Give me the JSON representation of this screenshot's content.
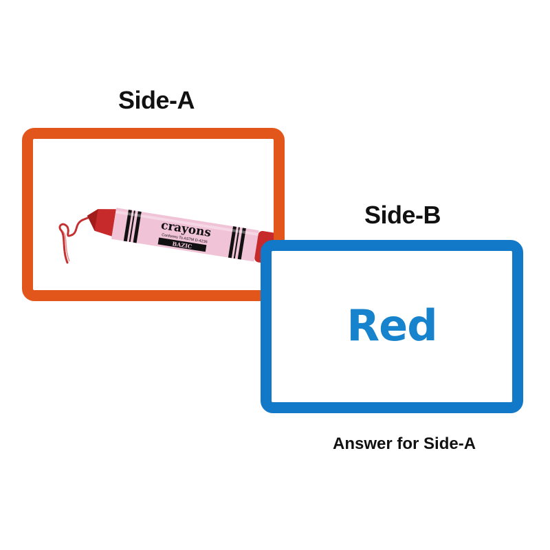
{
  "side_a": {
    "title": "Side-A",
    "border_color": "#e2561b",
    "image": {
      "icon": "crayon-icon",
      "brand_text": "crayons",
      "small_text": "Conforms To ASTM D-4236",
      "maker_text": "BAZIC",
      "crayon_color": "#d43a3a"
    }
  },
  "side_b": {
    "title": "Side-B",
    "border_color": "#1279c9",
    "answer": "Red",
    "answer_color": "#1683cc"
  },
  "caption": "Answer for Side-A"
}
